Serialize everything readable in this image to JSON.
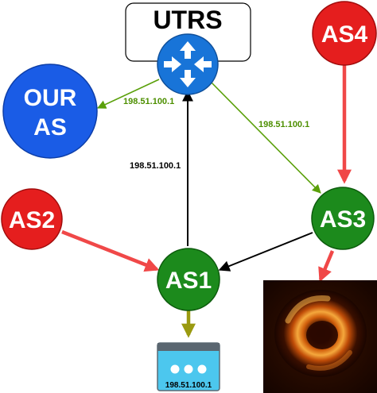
{
  "utrs": {
    "label": "UTRS"
  },
  "nodes": {
    "our_as_line1": "OUR",
    "our_as_line2": "AS",
    "as1": "AS1",
    "as2": "AS2",
    "as3": "AS3",
    "as4": "AS4"
  },
  "edge_labels": {
    "utrs_to_our_as": "198.51.100.1",
    "utrs_to_as3": "198.51.100.1",
    "as1_to_utrs": "198.51.100.1"
  },
  "server": {
    "label": "198.51.100.1"
  },
  "colors": {
    "red_node": "#e51e1e",
    "green_node": "#1c8a1c",
    "blue_node": "#1a5ce6",
    "router": "#1874d8",
    "server": "#4cc7ee",
    "green_edge": "#5aa00a",
    "red_edge": "#f04848",
    "olive_edge": "#9a9a10"
  }
}
